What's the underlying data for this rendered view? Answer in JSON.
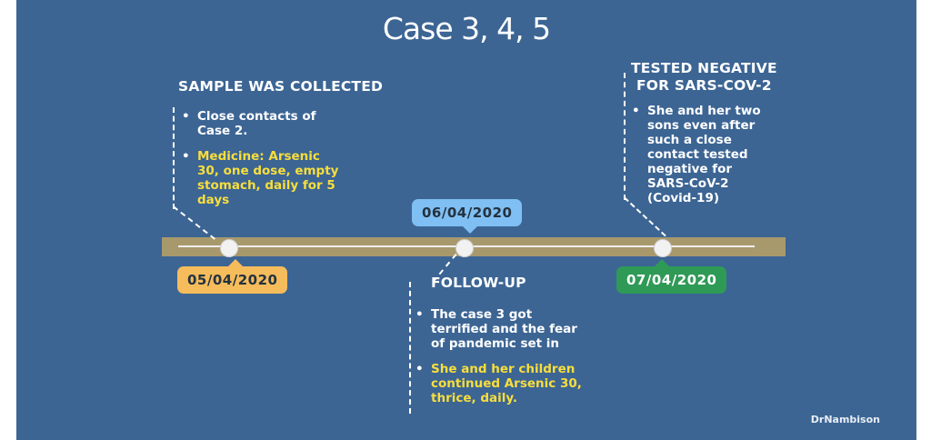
{
  "title": "Case 3, 4, 5",
  "events": [
    {
      "heading": "SAMPLE WAS COLLECTED",
      "date": "05/04/2020",
      "date_color": "#f6bc5c",
      "points": [
        {
          "text": "Close contacts of Case 2.",
          "color": "#ffffff"
        },
        {
          "text": "Medicine: Arsenic 30, one dose, empty stomach, daily for 5 days",
          "color": "#f8de3c"
        }
      ]
    },
    {
      "heading": "FOLLOW-UP",
      "date": "06/04/2020",
      "date_color": "#7fbff3",
      "points": [
        {
          "text": "The case 3 got terrified and the fear of pandemic set in",
          "color": "#ffffff"
        },
        {
          "text": "She and her children continued Arsenic 30, thrice, daily.",
          "color": "#f8de3c"
        }
      ]
    },
    {
      "heading_line1": "TESTED NEGATIVE",
      "heading_line2": "FOR SARS-COV-2",
      "date": "07/04/2020",
      "date_color": "#2f9a56",
      "points": [
        {
          "text": "She and her two sons even after such a close contact tested negative for SARS-CoV-2 (Covid-19)",
          "color": "#ffffff"
        }
      ]
    }
  ],
  "brand": "DrNambison",
  "colors": {
    "background": "#3c6594",
    "timeline_band": "#a8996d",
    "highlight_text": "#f8de3c"
  }
}
